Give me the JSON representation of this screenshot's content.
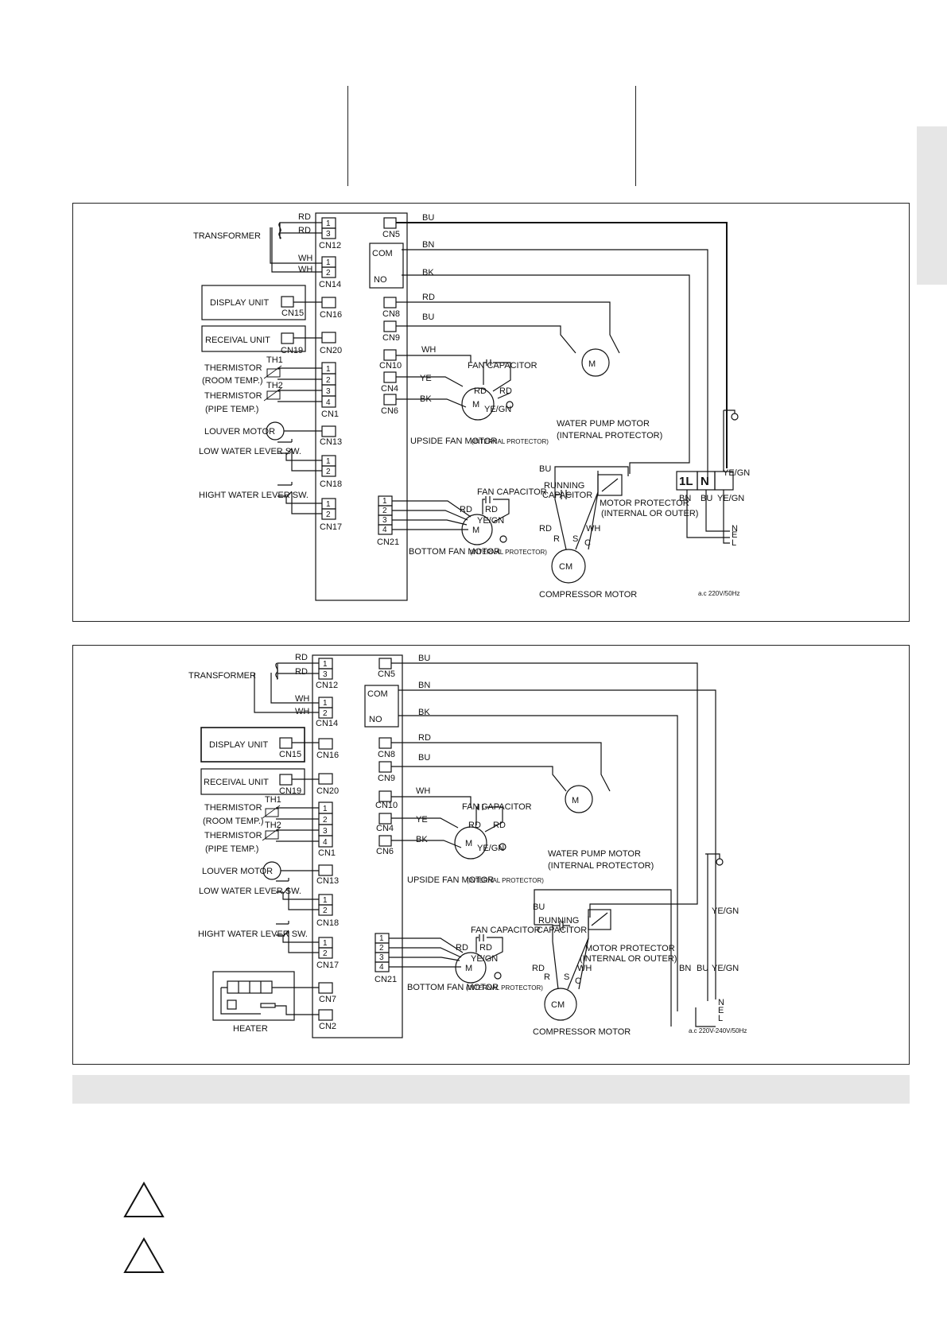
{
  "diagram1": {
    "labels": {
      "transformer": "TRANSFORMER",
      "display_unit": "DISPLAY UNIT",
      "receival_unit": "RECEIVAL UNIT",
      "thermistor_room_1": "THERMISTOR",
      "thermistor_room_2": "(ROOM TEMP.)",
      "thermistor_pipe_1": "THERMISTOR",
      "thermistor_pipe_2": "(PIPE TEMP.)",
      "th1": "TH1",
      "th2": "TH2",
      "louver_motor": "LOUVER MOTOR",
      "low_water": "LOW WATER LEVER SW.",
      "high_water": "HIGHT WATER LEVER SW.",
      "fan_capacitor_top": "FAN CAPACITOR",
      "fan_capacitor_bottom": "FAN CAPACITOR",
      "upside_fan_motor": "UPSIDE FAN MOTOR",
      "bottom_fan_motor": "BOTTOM FAN MOTOR",
      "internal_protector_small_1": "(INTERNAL PROTECTOR)",
      "internal_protector_small_2": "(INTERNAL PROTECTOR)",
      "water_pump_motor": "WATER PUMP MOTOR",
      "water_pump_protector": "(INTERNAL PROTECTOR)",
      "running_capacitor_1": "RUNNING",
      "running_capacitor_2": "CAPACITOR",
      "motor_protector_1": "MOTOR PROTECTOR",
      "motor_protector_2": "(INTERNAL OR OUTER)",
      "compressor_motor": "COMPRESSOR MOTOR",
      "cm": "CM",
      "m": "M",
      "supply": "a.c 220V/50Hz",
      "term_1l": "1L",
      "term_n": "N",
      "com": "COM",
      "no": "NO"
    },
    "connectors": {
      "cn5": "CN5",
      "cn8": "CN8",
      "cn9": "CN9",
      "cn10": "CN10",
      "cn4": "CN4",
      "cn6": "CN6",
      "cn12": "CN12",
      "cn14": "CN14",
      "cn15": "CN15",
      "cn16": "CN16",
      "cn19": "CN19",
      "cn20": "CN20",
      "cn1": "CN1",
      "cn13": "CN13",
      "cn18": "CN18",
      "cn17": "CN17",
      "cn21": "CN21"
    },
    "wires": {
      "rd": "RD",
      "wh": "WH",
      "bu": "BU",
      "bn": "BN",
      "bk": "BK",
      "ye": "YE",
      "yegn": "YE/GN",
      "r": "R",
      "s": "S",
      "c": "C",
      "ln": "N",
      "le": "E",
      "ll": "L"
    },
    "pins": [
      "1",
      "2",
      "3",
      "4"
    ]
  },
  "diagram2": {
    "labels": {
      "transformer": "TRANSFORMER",
      "display_unit": "DISPLAY UNIT",
      "receival_unit": "RECEIVAL UNIT",
      "thermistor_room_1": "THERMISTOR",
      "thermistor_room_2": "(ROOM TEMP.)",
      "thermistor_pipe_1": "THERMISTOR",
      "thermistor_pipe_2": "(PIPE TEMP.)",
      "th1": "TH1",
      "th2": "TH2",
      "louver_motor": "LOUVER MOTOR",
      "low_water": "LOW WATER LEVER SW.",
      "high_water": "HIGHT WATER LEVER SW.",
      "heater": "HEATER",
      "fan_capacitor_top": "FAN CAPACITOR",
      "fan_capacitor_bottom": "FAN CAPACITOR",
      "upside_fan_motor": "UPSIDE FAN MOTOR",
      "bottom_fan_motor": "BOTTOM FAN MOTOR",
      "internal_protector_small_1": "(INTERNAL PROTECTOR)",
      "internal_protector_small_2": "(INTERNAL PROTECTOR)",
      "water_pump_motor": "WATER PUMP MOTOR",
      "water_pump_protector": "(INTERNAL PROTECTOR)",
      "running_capacitor_1": "RUNNING",
      "running_capacitor_2": "CAPACITOR",
      "motor_protector_1": "MOTOR PROTECTOR",
      "motor_protector_2": "(INTERNAL OR OUTER)",
      "compressor_motor": "COMPRESSOR MOTOR",
      "cm": "CM",
      "m": "M",
      "supply": "a.c 220V-240V/50Hz",
      "com": "COM",
      "no": "NO"
    },
    "connectors": {
      "cn5": "CN5",
      "cn8": "CN8",
      "cn9": "CN9",
      "cn10": "CN10",
      "cn4": "CN4",
      "cn6": "CN6",
      "cn12": "CN12",
      "cn14": "CN14",
      "cn15": "CN15",
      "cn16": "CN16",
      "cn19": "CN19",
      "cn20": "CN20",
      "cn1": "CN1",
      "cn13": "CN13",
      "cn18": "CN18",
      "cn17": "CN17",
      "cn21": "CN21",
      "cn7": "CN7",
      "cn2": "CN2"
    },
    "wires": {
      "rd": "RD",
      "wh": "WH",
      "bu": "BU",
      "bn": "BN",
      "bk": "BK",
      "ye": "YE",
      "yegn": "YE/GN",
      "r": "R",
      "s": "S",
      "c": "C",
      "ln": "N",
      "le": "E",
      "ll": "L"
    },
    "pins": [
      "1",
      "2",
      "3",
      "4"
    ]
  }
}
